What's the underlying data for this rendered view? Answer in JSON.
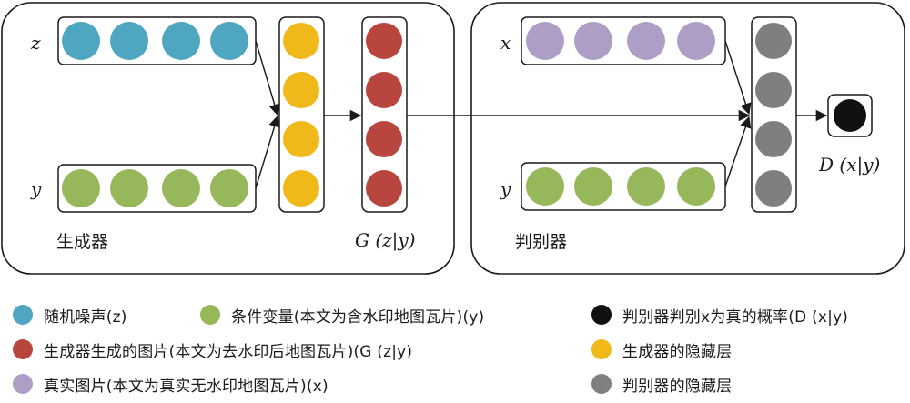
{
  "generator": {
    "title": "生成器",
    "input_z_label": "z",
    "input_y_label": "y",
    "output_label": "G (z|y)"
  },
  "discriminator": {
    "title": "判别器",
    "input_x_label": "x",
    "input_y_label": "y",
    "output_label": "D (x|y)"
  },
  "colors": {
    "noise": "#4ea6c0",
    "condition": "#97b75b",
    "generated": "#b8463e",
    "real": "#ad9ec6",
    "probability": "#111111",
    "gen_hidden": "#f1b81a",
    "disc_hidden": "#7f7f7f"
  },
  "legend": {
    "noise": "随机噪声(z)",
    "condition": "条件变量(本文为含水印地图瓦片)(y)",
    "probability": "判别器判别x为真的概率(D (x|y)",
    "generated": "生成器生成的图片(本文为去水印后地图瓦片)(G (z|y)",
    "gen_hidden": "生成器的隐藏层",
    "real": "真实图片(本文为真实无水印地图瓦片)(x)",
    "disc_hidden": "判别器的隐藏层"
  }
}
